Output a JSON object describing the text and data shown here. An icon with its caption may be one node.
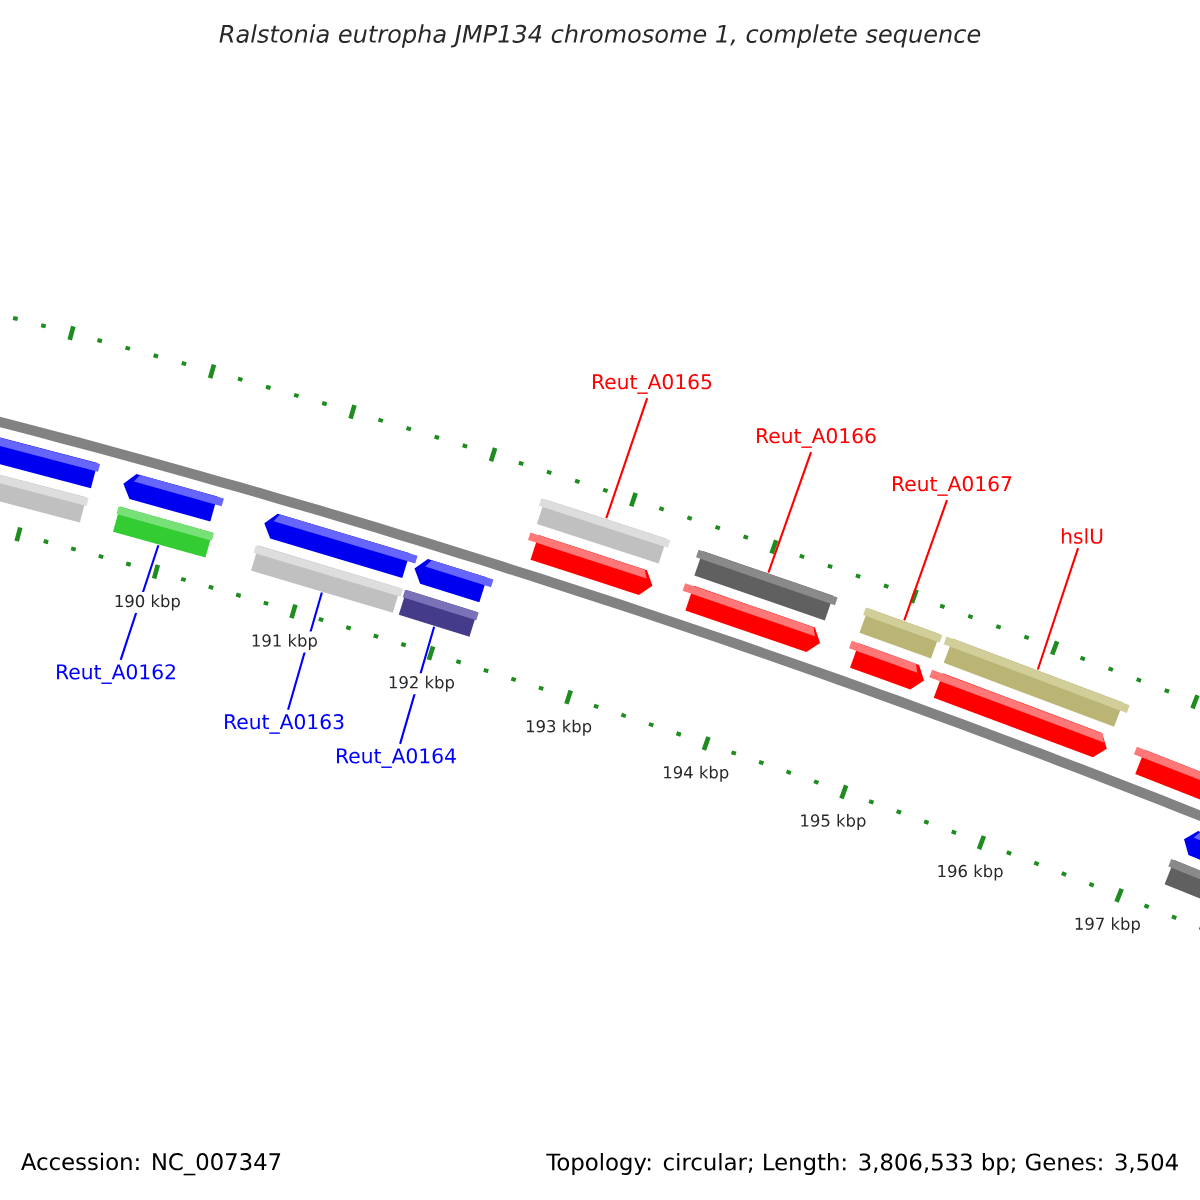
{
  "diagram": {
    "title": "Ralstonia eutropha JMP134 chromosome 1, complete sequence",
    "nodes": [
      {
        "text": [
          "Reut_A0162"
        ]
      },
      {
        "text": [
          "Reut_A0163"
        ]
      },
      {
        "text": [
          "Reut_A0164"
        ]
      },
      {
        "text": [
          "Reut_A0165"
        ]
      },
      {
        "text": [
          "Reut_A0166"
        ]
      },
      {
        "text": [
          "Reut_A0167"
        ]
      },
      {
        "text": [
          "hslU"
        ]
      },
      {
        "text": [],
        "shape": "bar"
      },
      {
        "text": [],
        "shape": "bar"
      },
      {
        "text": [],
        "shape": "arrow"
      },
      {
        "text": [],
        "shape": "bar"
      },
      {
        "text": [],
        "shape": "arrow"
      },
      {
        "text": [],
        "shape": "bar"
      },
      {
        "text": [],
        "shape": "arrow"
      },
      {
        "text": [],
        "shape": "bar"
      },
      {
        "text": [],
        "shape": "bar"
      },
      {
        "text": [],
        "shape": "arrow"
      },
      {
        "text": [],
        "shape": "bar"
      },
      {
        "text": [],
        "shape": "arrow"
      },
      {
        "text": [],
        "shape": "bar"
      },
      {
        "text": [],
        "shape": "arrow"
      },
      {
        "text": [],
        "shape": "bar"
      },
      {
        "text": [],
        "shape": "arrow"
      },
      {
        "text": [],
        "shape": "arrow"
      },
      {
        "text": [],
        "shape": "bar"
      },
      {
        "text": [],
        "shape": "arrow"
      }
    ],
    "edges": [
      {
        "from": 0,
        "to": 10,
        "arrow": "none",
        "color": "#0000ff"
      },
      {
        "from": 1,
        "to": 12,
        "arrow": "none",
        "color": "#0000ff"
      },
      {
        "from": 2,
        "to": 14,
        "arrow": "none",
        "color": "#0000ff"
      },
      {
        "from": 3,
        "to": 15,
        "arrow": "none"
      },
      {
        "from": 4,
        "to": 17,
        "arrow": "none"
      },
      {
        "from": 5,
        "to": 19,
        "arrow": "none"
      },
      {
        "from": 6,
        "to": 21,
        "arrow": "none"
      }
    ],
    "labels": [
      "190 kbp",
      "191 kbp",
      "192 kbp",
      "193 kbp",
      "194 kbp",
      "195 kbp",
      "196 kbp",
      "197 kbp",
      "Accession: NC_007347",
      "Topology: circular; Length: 3,806,533 bp; Genes: 3,504"
    ]
  }
}
